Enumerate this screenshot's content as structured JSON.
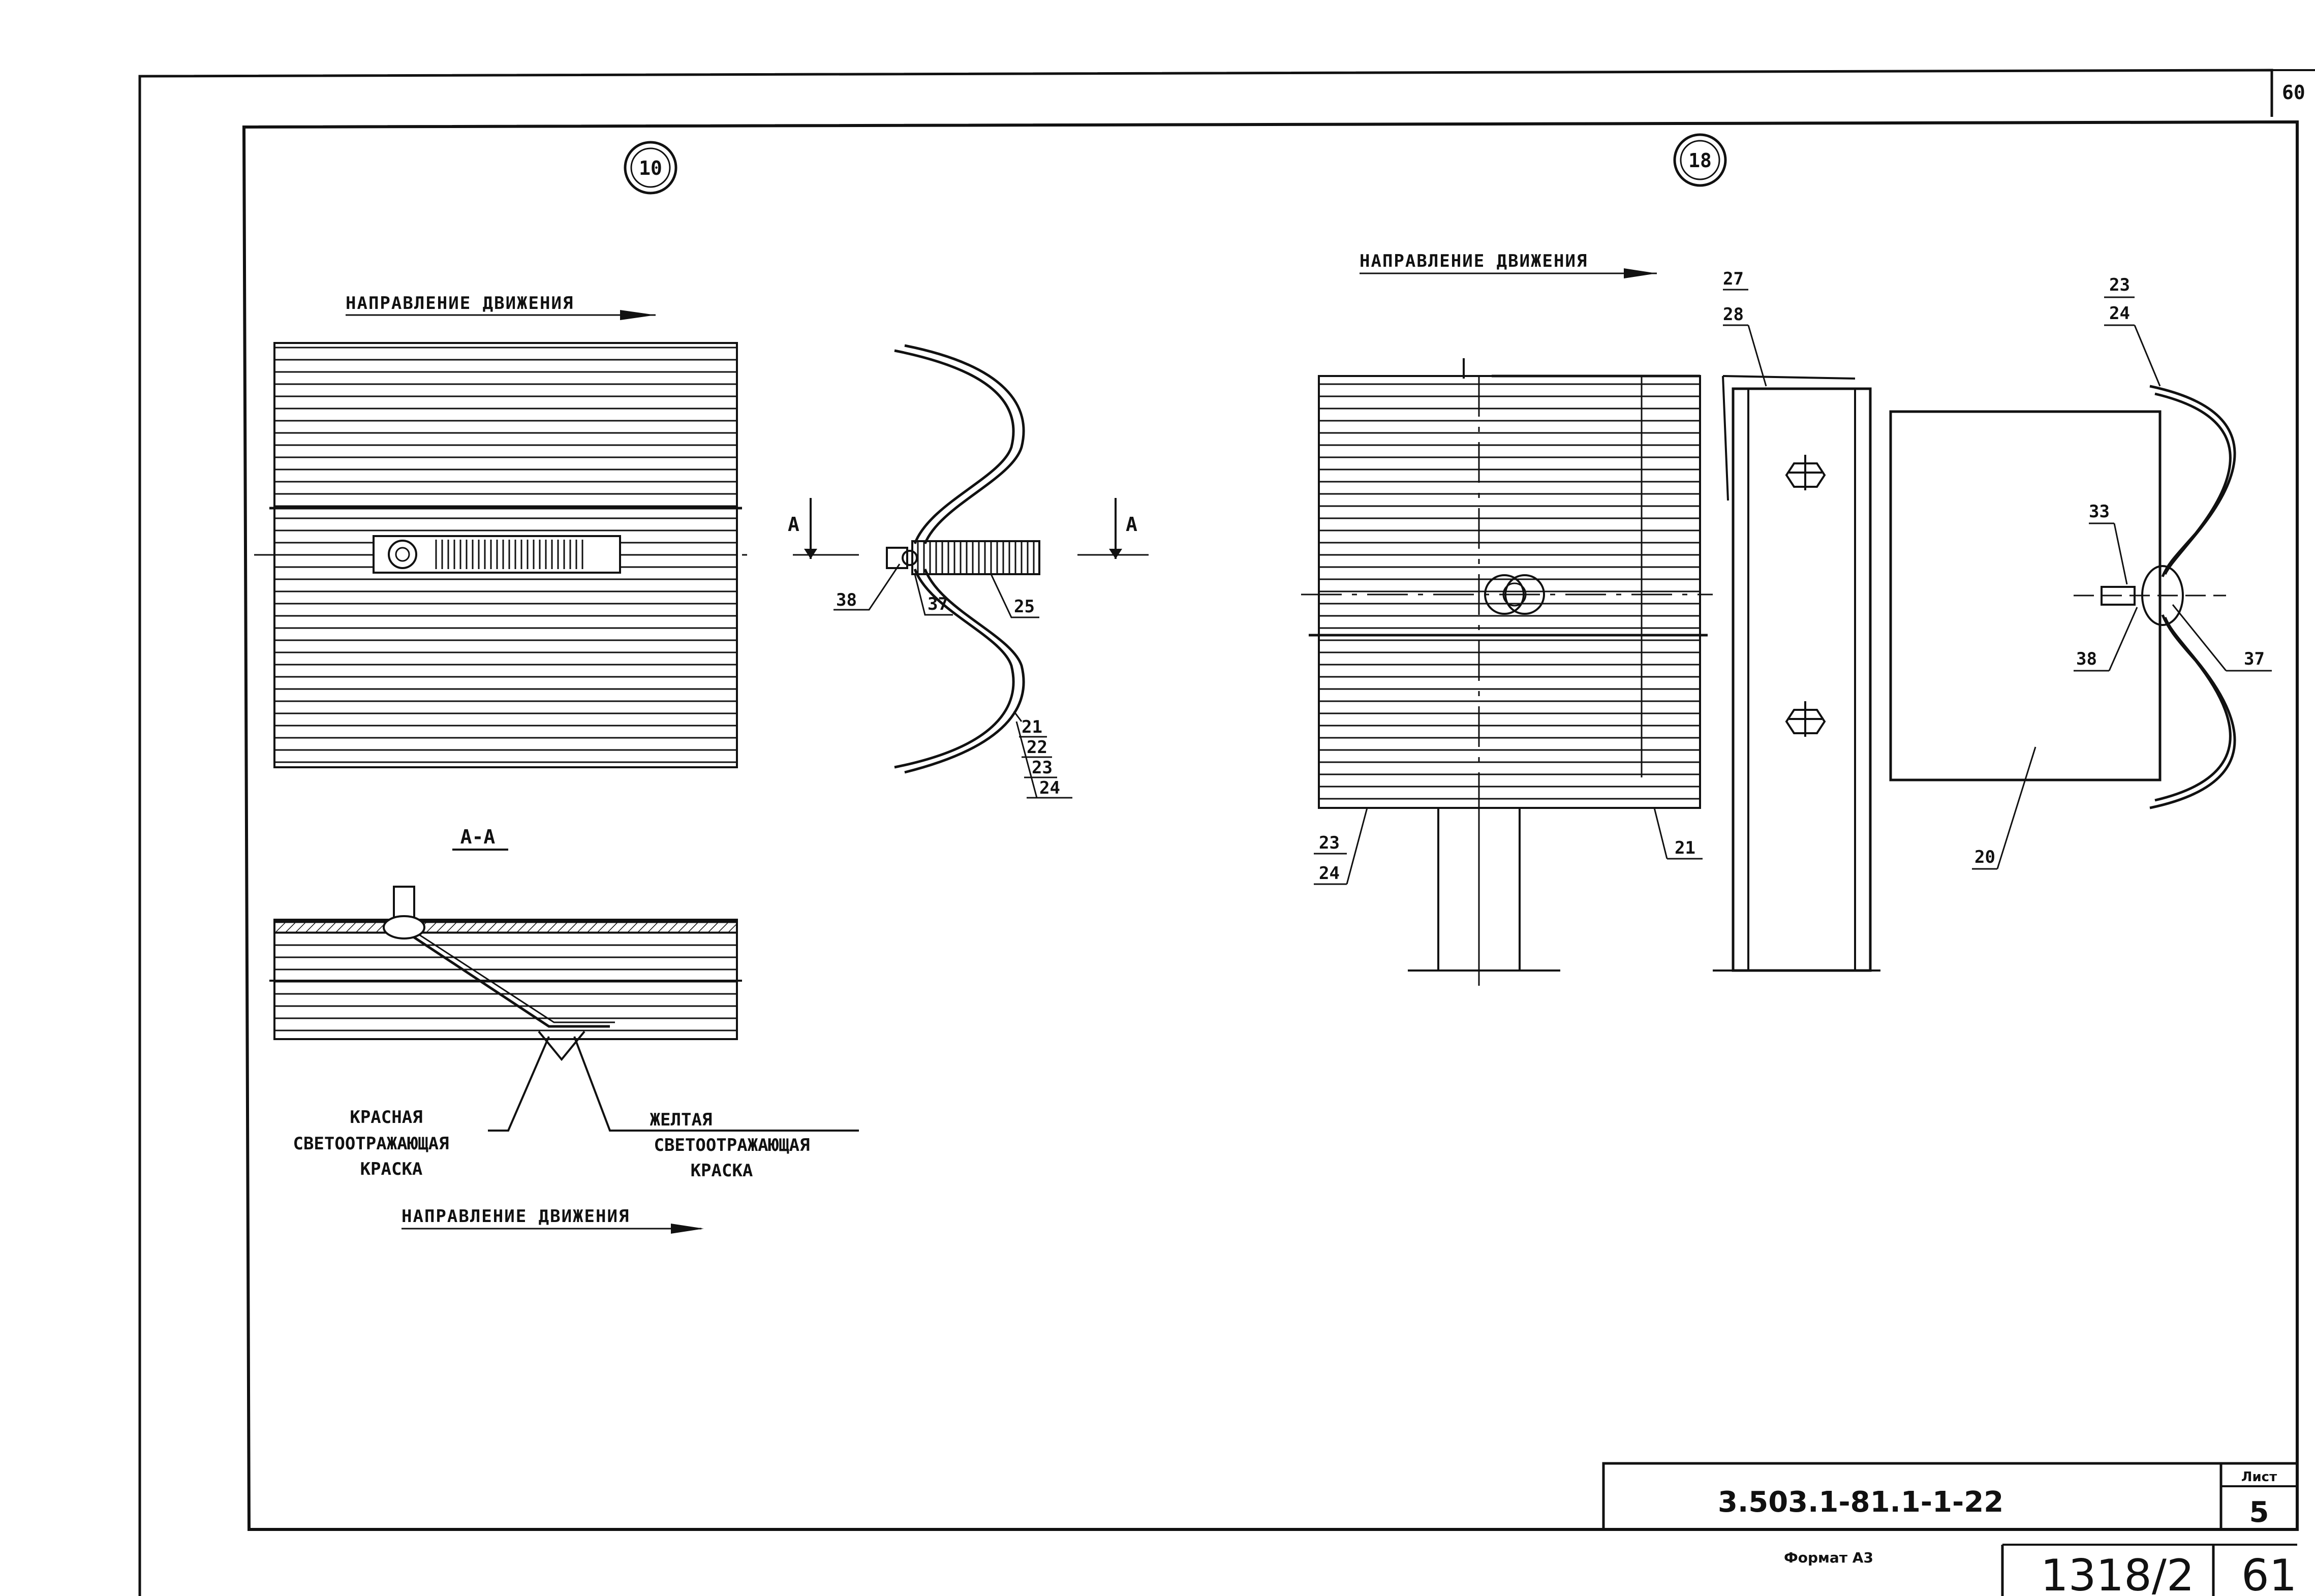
{
  "sheet_corner_number": "60",
  "views": {
    "left": {
      "view_number": "10",
      "direction_label": "НАПРАВЛЕНИЕ ДВИЖЕНИЯ",
      "section_marker": "А",
      "section_title": "А-А",
      "labels": {
        "l38": "38",
        "l37": "37",
        "l25": "25",
        "l21": "21",
        "l22": "22",
        "l23": "23",
        "l24": "24"
      },
      "section": {
        "red_line1": "КРАСНАЯ",
        "red_line2": "СВЕТООТРАЖАЮЩАЯ",
        "red_line3": "КРАСКА",
        "yellow_line1": "ЖЕЛТАЯ",
        "yellow_line2": "СВЕТООТРАЖАЮЩАЯ",
        "yellow_line3": "КРАСКА",
        "direction_label": "НАПРАВЛЕНИЕ ДВИЖЕНИЯ"
      }
    },
    "right": {
      "view_number": "18",
      "direction_label": "НАПРАВЛЕНИЕ ДВИЖЕНИЯ",
      "labels": {
        "l27": "27",
        "l28": "28",
        "l23": "23",
        "l24": "24",
        "l33": "33",
        "l38": "38",
        "l37": "37",
        "l20": "20",
        "l23b": "23",
        "l24b": "24",
        "l21": "21"
      }
    }
  },
  "title_block": {
    "doc_code": "3.503.1-81.1-1-22",
    "sheet_label": "Лист",
    "sheet_number": "5",
    "format_label": "Формат А3",
    "archive_number": "1318/2",
    "page_number": "61"
  },
  "colors": {
    "ink": "#111111",
    "paper": "#ffffff"
  }
}
